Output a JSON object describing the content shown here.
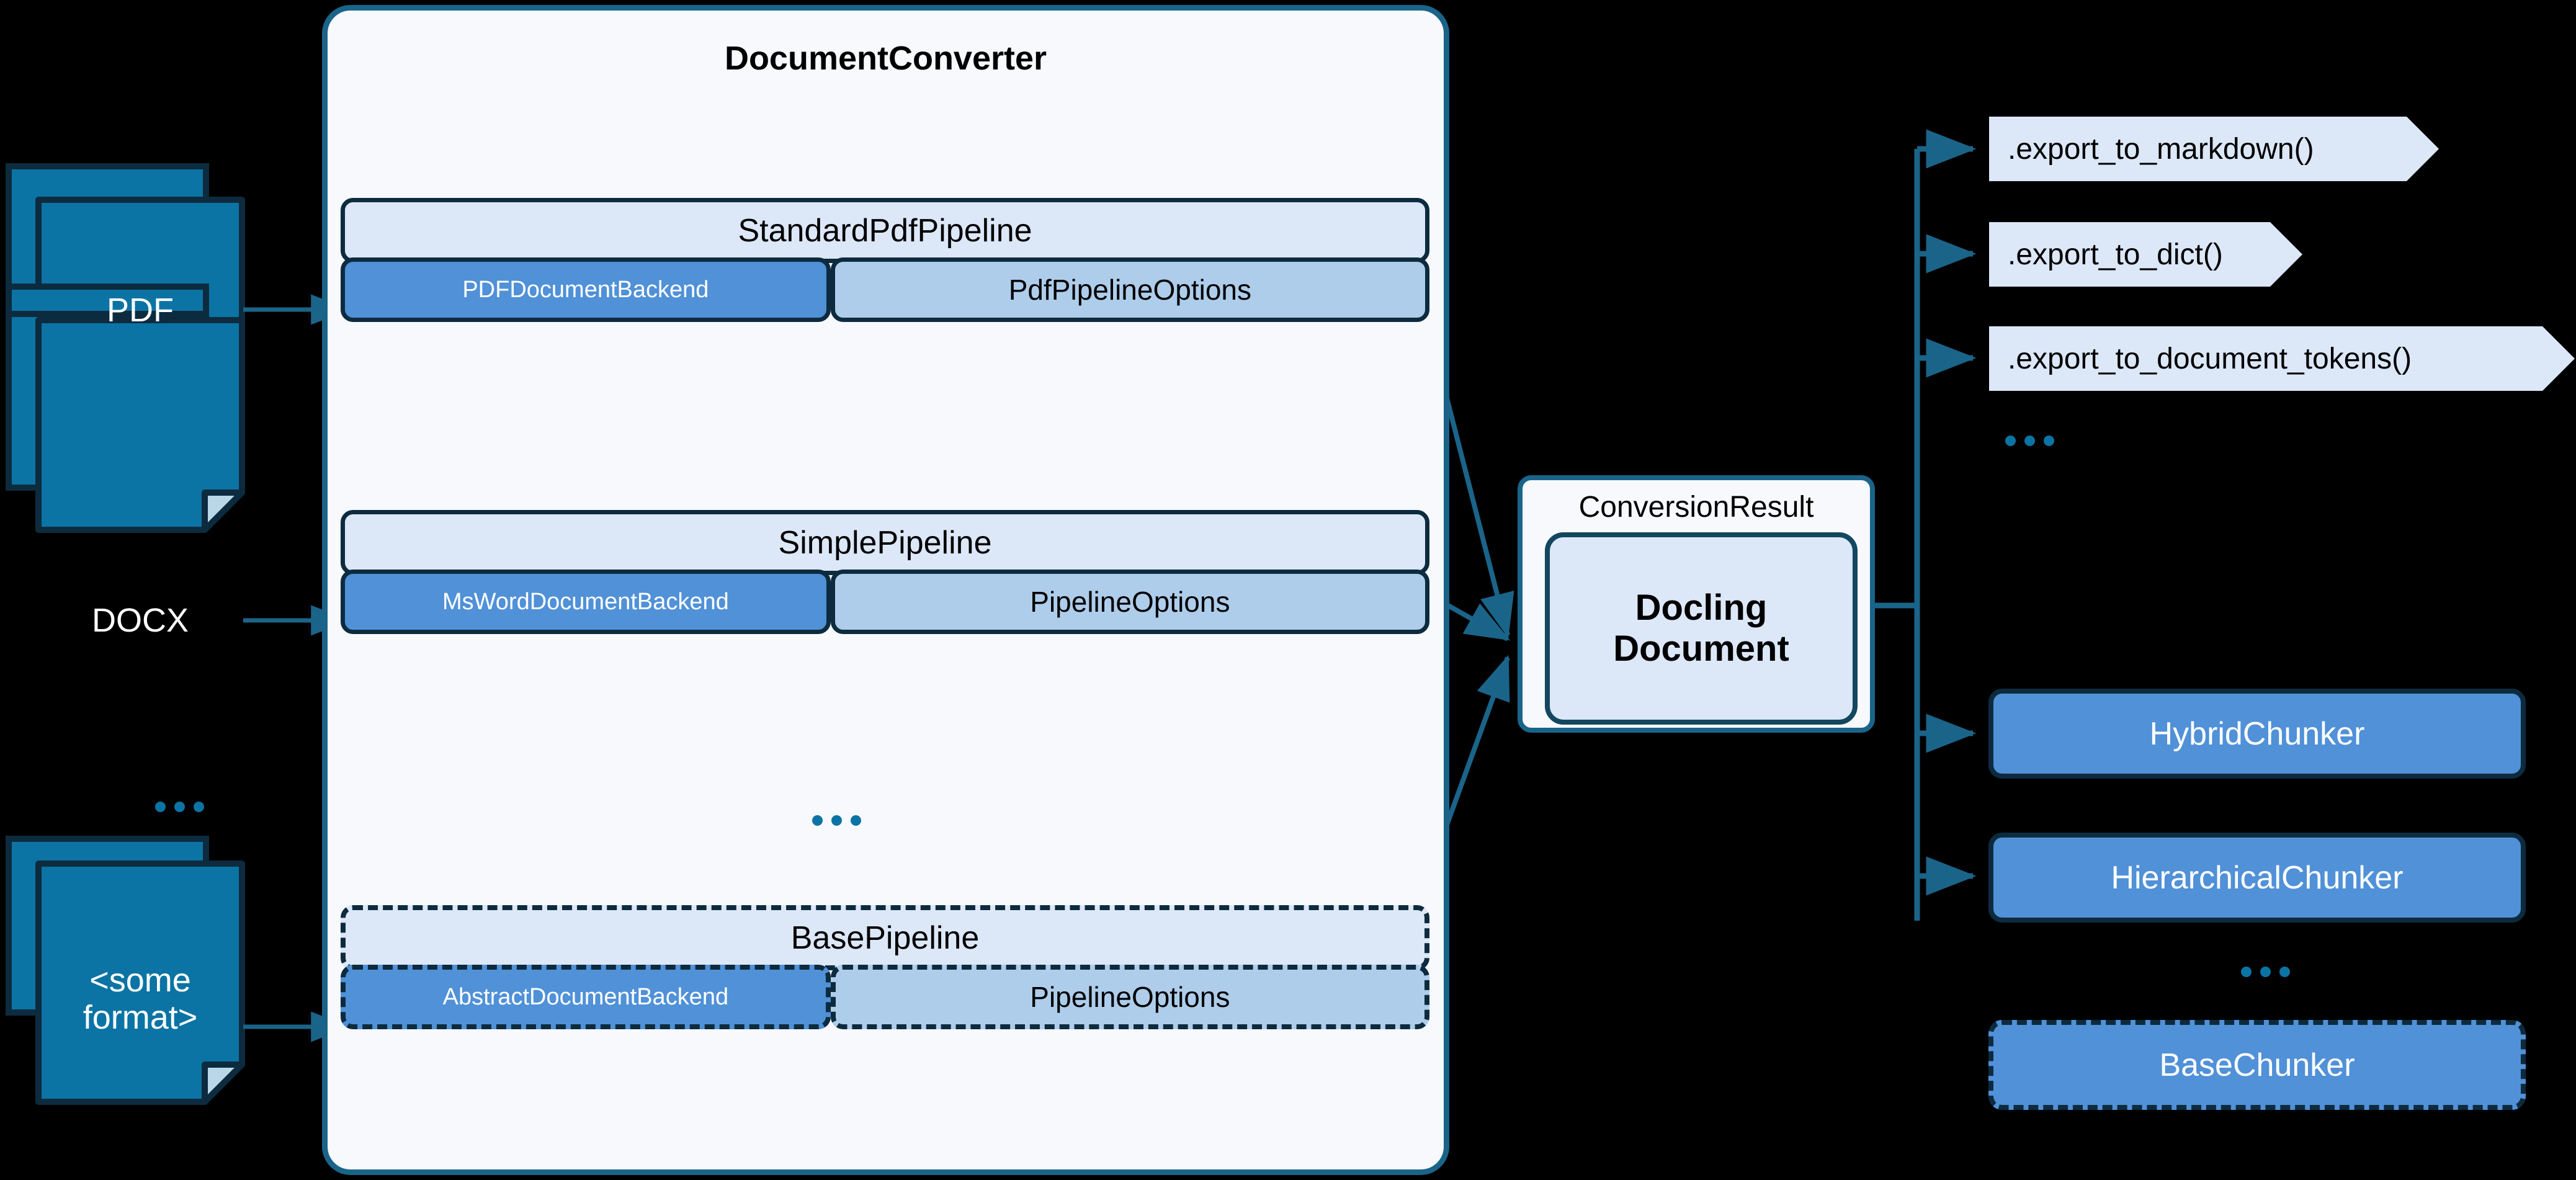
{
  "inputs": [
    {
      "label": "PDF",
      "icon": "document-stack-icon"
    },
    {
      "label": "DOCX",
      "icon": "document-stack-icon"
    },
    {
      "label": "<some\nformat>",
      "icon": "document-stack-icon"
    }
  ],
  "inputs_ellipsis": "...",
  "converter": {
    "title": "DocumentConverter",
    "ellipsis": "...",
    "pipelines": [
      {
        "name": "StandardPdfPipeline",
        "backend": "PDFDocumentBackend",
        "options": "PdfPipelineOptions",
        "style": "solid"
      },
      {
        "name": "SimplePipeline",
        "backend": "MsWordDocumentBackend",
        "options": "PipelineOptions",
        "style": "solid"
      },
      {
        "name": "BasePipeline",
        "backend": "AbstractDocumentBackend",
        "options": "PipelineOptions",
        "style": "dashed"
      }
    ]
  },
  "result": {
    "label": "ConversionResult",
    "document": "Docling\nDocument"
  },
  "exports": [
    {
      "label": ".export_to_markdown()"
    },
    {
      "label": ".export_to_dict()"
    },
    {
      "label": ".export_to_document_tokens()"
    }
  ],
  "exports_ellipsis": "...",
  "chunkers": [
    {
      "label": "HybridChunker",
      "style": "solid"
    },
    {
      "label": "HierarchicalChunker",
      "style": "solid"
    },
    {
      "label": "BaseChunker",
      "style": "dashed"
    }
  ],
  "chunkers_ellipsis": "...",
  "colors": {
    "background": "#000000",
    "document_icon": "#0b74a4",
    "document_icon_border": "#0d2b3e",
    "container_fill": "#f7f9fd",
    "container_border": "#1a6489",
    "pipeline_header": "#dce7f8",
    "backend_box": "#5091d8",
    "options_box": "#aecdeb",
    "box_border": "#0d2b3e",
    "connector": "#1a6489",
    "chunker_box": "#5091d8",
    "export_box": "#dce7f8"
  }
}
